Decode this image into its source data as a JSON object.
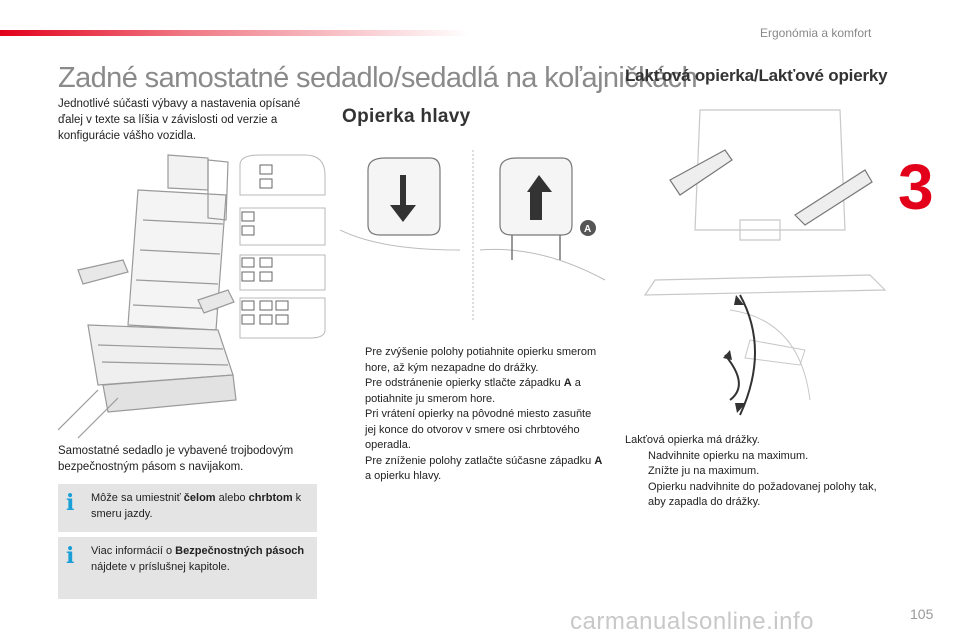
{
  "header": {
    "section_name": "Ergonómia a komfort",
    "chapter_number": "3",
    "page_number": "105",
    "watermark": "carmanualsonline.info"
  },
  "main": {
    "title": "Zadné samostatné sedadlo/sedadlá na koľajničkách",
    "intro": "Jednotlivé súčasti výbavy a nastavenia opísané ďalej v texte sa líšia v závislosti od verzie a konfigurácie vášho vozidla.",
    "seat_description": "Samostatné sedadlo je vybavené trojbodovým bezpečnostným pásom s navijakom.",
    "info_boxes": [
      {
        "before": "Môže sa umiestniť ",
        "bold1": "čelom",
        "middle": " alebo ",
        "bold2": "chrbtom",
        "after": " k smeru jazdy."
      },
      {
        "before": "Viac informácií o ",
        "bold1": "Bezpečnostných pásoch",
        "after": " nájdete v príslušnej kapitole."
      }
    ]
  },
  "headrest": {
    "heading": "Opierka hlavy",
    "callout_label": "A",
    "steps": [
      {
        "text": "Pre zvýšenie polohy potiahnite opierku smerom hore, až kým nezapadne do drážky."
      },
      {
        "before": "Pre odstránenie opierky stlačte západku ",
        "bold": "A",
        "after": " a potiahnite ju smerom hore."
      },
      {
        "text": "Pri vrátení opierky na pôvodné miesto zasuňte jej konce do otvorov v smere osi chrbtového operadla."
      },
      {
        "before": "Pre zníženie polohy zatlačte súčasne západku ",
        "bold": "A",
        "after": " a opierku hlavy."
      }
    ]
  },
  "armrest": {
    "heading": "Lakťová opierka/Lakťové opierky",
    "lead": "Lakťová opierka má drážky.",
    "steps": [
      "Nadvihnite opierku na maximum.",
      "Znížte ju na maximum.",
      "Opierku nadvihnite do požadovanej polohy tak, aby zapadla do drážky."
    ]
  },
  "bullet_glyph": "",
  "info_icon_glyph": "i",
  "colors": {
    "accent_red": "#e3001b",
    "info_blue": "#1a9fd6",
    "box_grey": "#e4e4e4",
    "title_grey": "#8a8a8a"
  },
  "icons": [
    "info-icon",
    "bullet-icon",
    "arrow-down-icon",
    "arrow-up-icon",
    "curved-arrow-icon"
  ]
}
